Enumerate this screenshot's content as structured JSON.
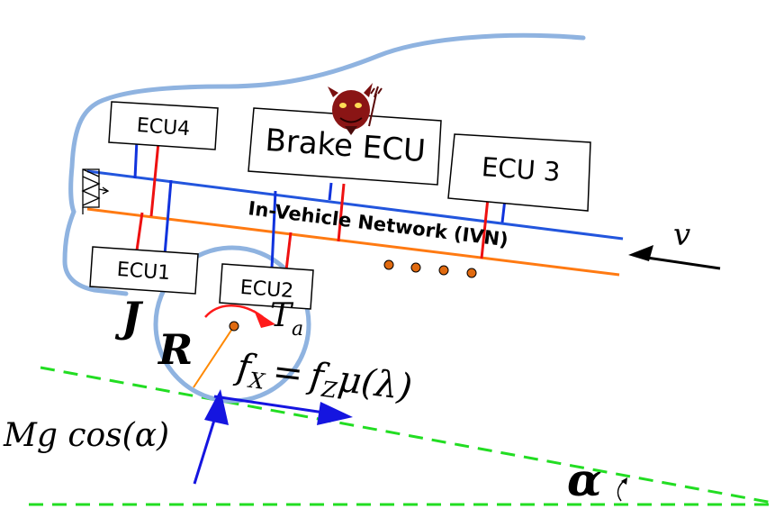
{
  "ecus": {
    "ecu4": "ECU4",
    "brake": "Brake ECU",
    "ecu3": "ECU 3",
    "ecu1": "ECU1",
    "ecu2": "ECU2"
  },
  "network_label": "In-Vehicle Network (IVN)",
  "symbols": {
    "velocity": "v",
    "inertia": "J",
    "radius": "R",
    "torque": "T",
    "torque_sub": "a",
    "slope_angle": "α",
    "normal_force": "Mg cos(α)",
    "friction_lhs": "f",
    "friction_lhs_sub": "X",
    "equals": "=",
    "friction_rhs": "f",
    "friction_rhs_sub": "Z",
    "friction_rhs_tail": "μ(λ)"
  },
  "icons": {
    "attacker": "devil-face-icon",
    "terminator": "bus-terminator-icon"
  },
  "colors": {
    "car_outline": "#8fb3e0",
    "can_high": "#2255dd",
    "can_low": "#ff7a12",
    "stub_red": "#ee1111",
    "stub_blue": "#1133dd",
    "road": "#22dd22",
    "force_arrow": "#1515e0",
    "torque_arrow": "#ff1a1a",
    "radius_line": "#ff8800",
    "dots": "#e06a10",
    "devil": "#7a1010"
  }
}
